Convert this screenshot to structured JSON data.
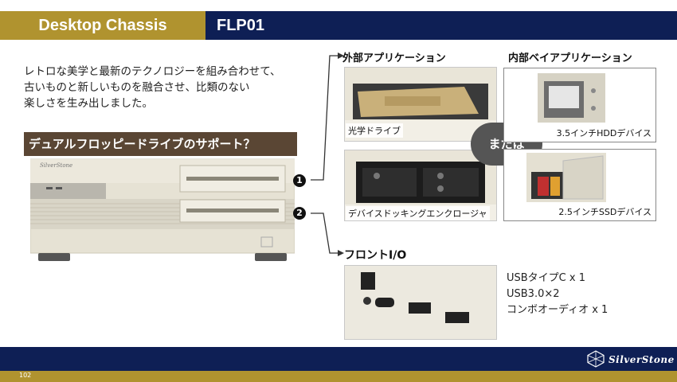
{
  "header": {
    "section": "Desktop Chassis",
    "model": "FLP01"
  },
  "intro": {
    "line1": "レトロな美学と最新のテクノロジーを組み合わせて、",
    "line2": "古いものと新しいものを融合させ、比類のない",
    "line3": "楽しさを生み出しました。"
  },
  "question": "デュアルフロッピードライブのサポート？",
  "chassis": {
    "brand": "SilverStone"
  },
  "markers": {
    "one": "1",
    "two": "2"
  },
  "external": {
    "title": "外部アプリケーション",
    "optical": "光学ドライブ",
    "docking": "デバイスドッキングエンクロージャ"
  },
  "internal": {
    "title": "内部ベイアプリケーション",
    "hdd": "3.5インチHDDデバイス",
    "ssd": "2.5インチSSDデバイス"
  },
  "or_label": "または",
  "front_io": {
    "title": "フロントI/O",
    "specs": [
      "USBタイプC x 1",
      "USB3.0×2",
      "コンボオーディオ x 1"
    ]
  },
  "footer": {
    "page": "102",
    "logo": "SilverStone"
  },
  "colors": {
    "gold": "#b0932f",
    "navy": "#0e1f55",
    "brown": "#5a4634"
  }
}
